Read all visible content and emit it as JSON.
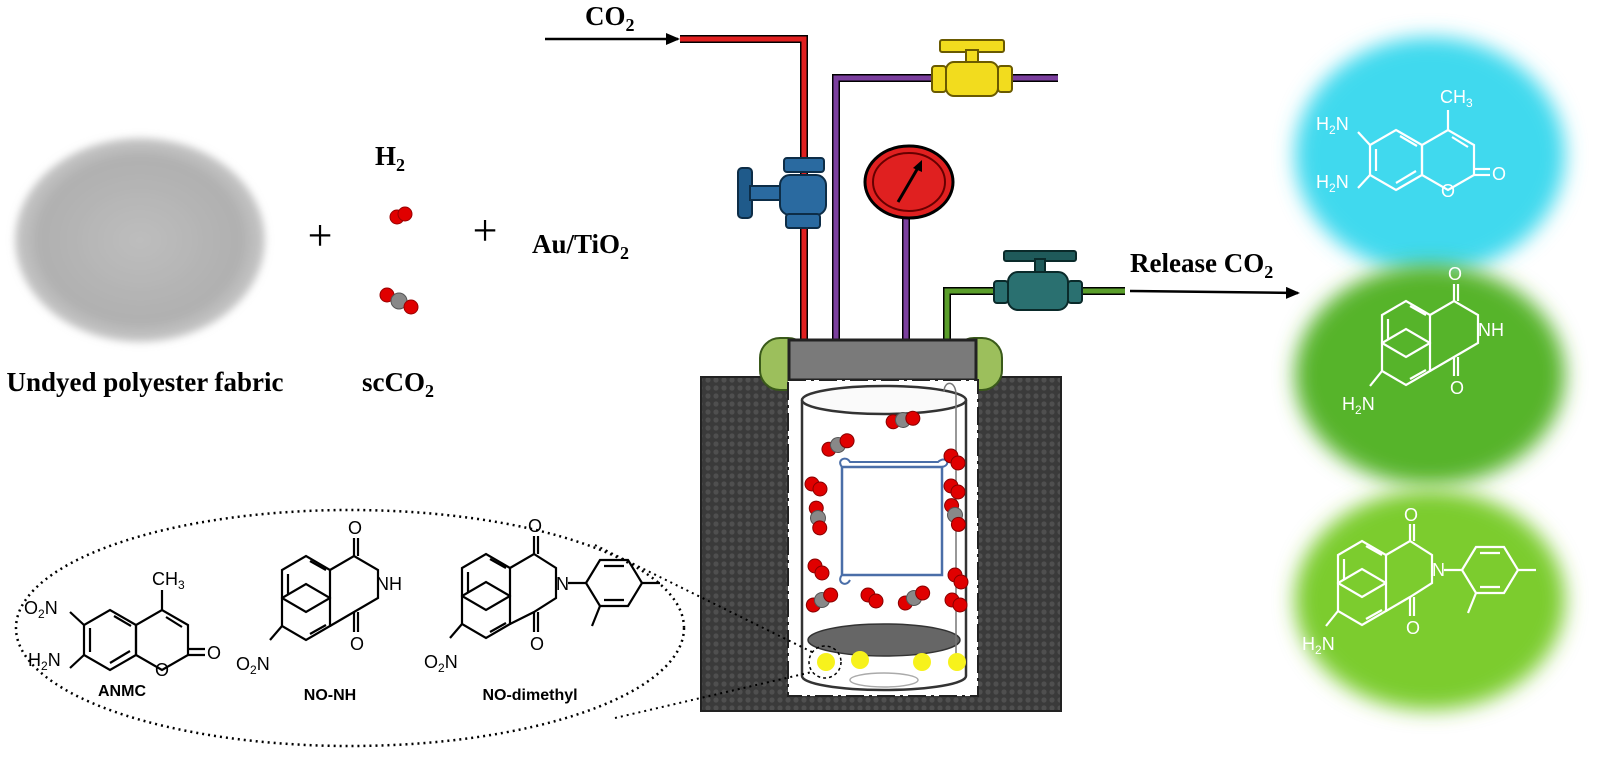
{
  "labels": {
    "co2_in": "CO",
    "co2_in_sub": "2",
    "h2": "H",
    "h2_sub": "2",
    "catalyst": "Au/TiO",
    "catalyst_sub": "2",
    "release": "Release CO",
    "release_sub": "2",
    "fabric": "Undyed polyester fabric",
    "scco2": "scCO",
    "scco2_sub": "2",
    "plus": "+"
  },
  "molecules": {
    "anmc": {
      "name": "ANMC",
      "ch3": "CH",
      "ch3_sub": "3",
      "o2n": "O",
      "o2n_sub": "2",
      "o2n_tail": "N",
      "h2n": "H",
      "h2n_sub": "2",
      "h2n_tail": "N",
      "o_ring": "O",
      "o_carbonyl": "O"
    },
    "nonh": {
      "name": "NO-NH",
      "o_top": "O",
      "nh": "NH",
      "o_bottom": "O",
      "o2n": "O",
      "o2n_sub": "2",
      "o2n_tail": "N"
    },
    "nodimethyl": {
      "name": "NO-dimethyl",
      "o_top": "O",
      "n": "N",
      "o_bottom": "O",
      "o2n": "O",
      "o2n_sub": "2",
      "o2n_tail": "N"
    }
  },
  "dyed_products": [
    {
      "color": "#40d9ee",
      "ch3": "CH",
      "ch3_sub": "3",
      "h2n_a": "H",
      "h2n_a_sub": "2",
      "h2n_a_tail": "N",
      "h2n_b": "H",
      "h2n_b_sub": "2",
      "h2n_b_tail": "N",
      "o_ring": "O",
      "o_carbonyl": "O"
    },
    {
      "color": "#56b42a",
      "o_top": "O",
      "nh": "NH",
      "o_bottom": "O",
      "h2n": "H",
      "h2n_sub": "2",
      "h2n_tail": "N"
    },
    {
      "color": "#7ccc2e",
      "o_top": "O",
      "n": "N",
      "o_bottom": "O",
      "h2n": "H",
      "h2n_sub": "2",
      "h2n_tail": "N"
    }
  ],
  "colors": {
    "co2_line": "#e02020",
    "purple_line": "#7b3f9e",
    "green_line": "#5a9e2a",
    "blue_valve": "#1f5a8a",
    "yellow_valve": "#f2dc1e",
    "teal_valve": "#1f5a5a",
    "gauge": "#e02020",
    "clamp": "#9cbf5c",
    "lid": "#7a7a7a",
    "oxygen": "#e00000",
    "carbon": "#888888",
    "au_particle": "#f7f21c"
  }
}
